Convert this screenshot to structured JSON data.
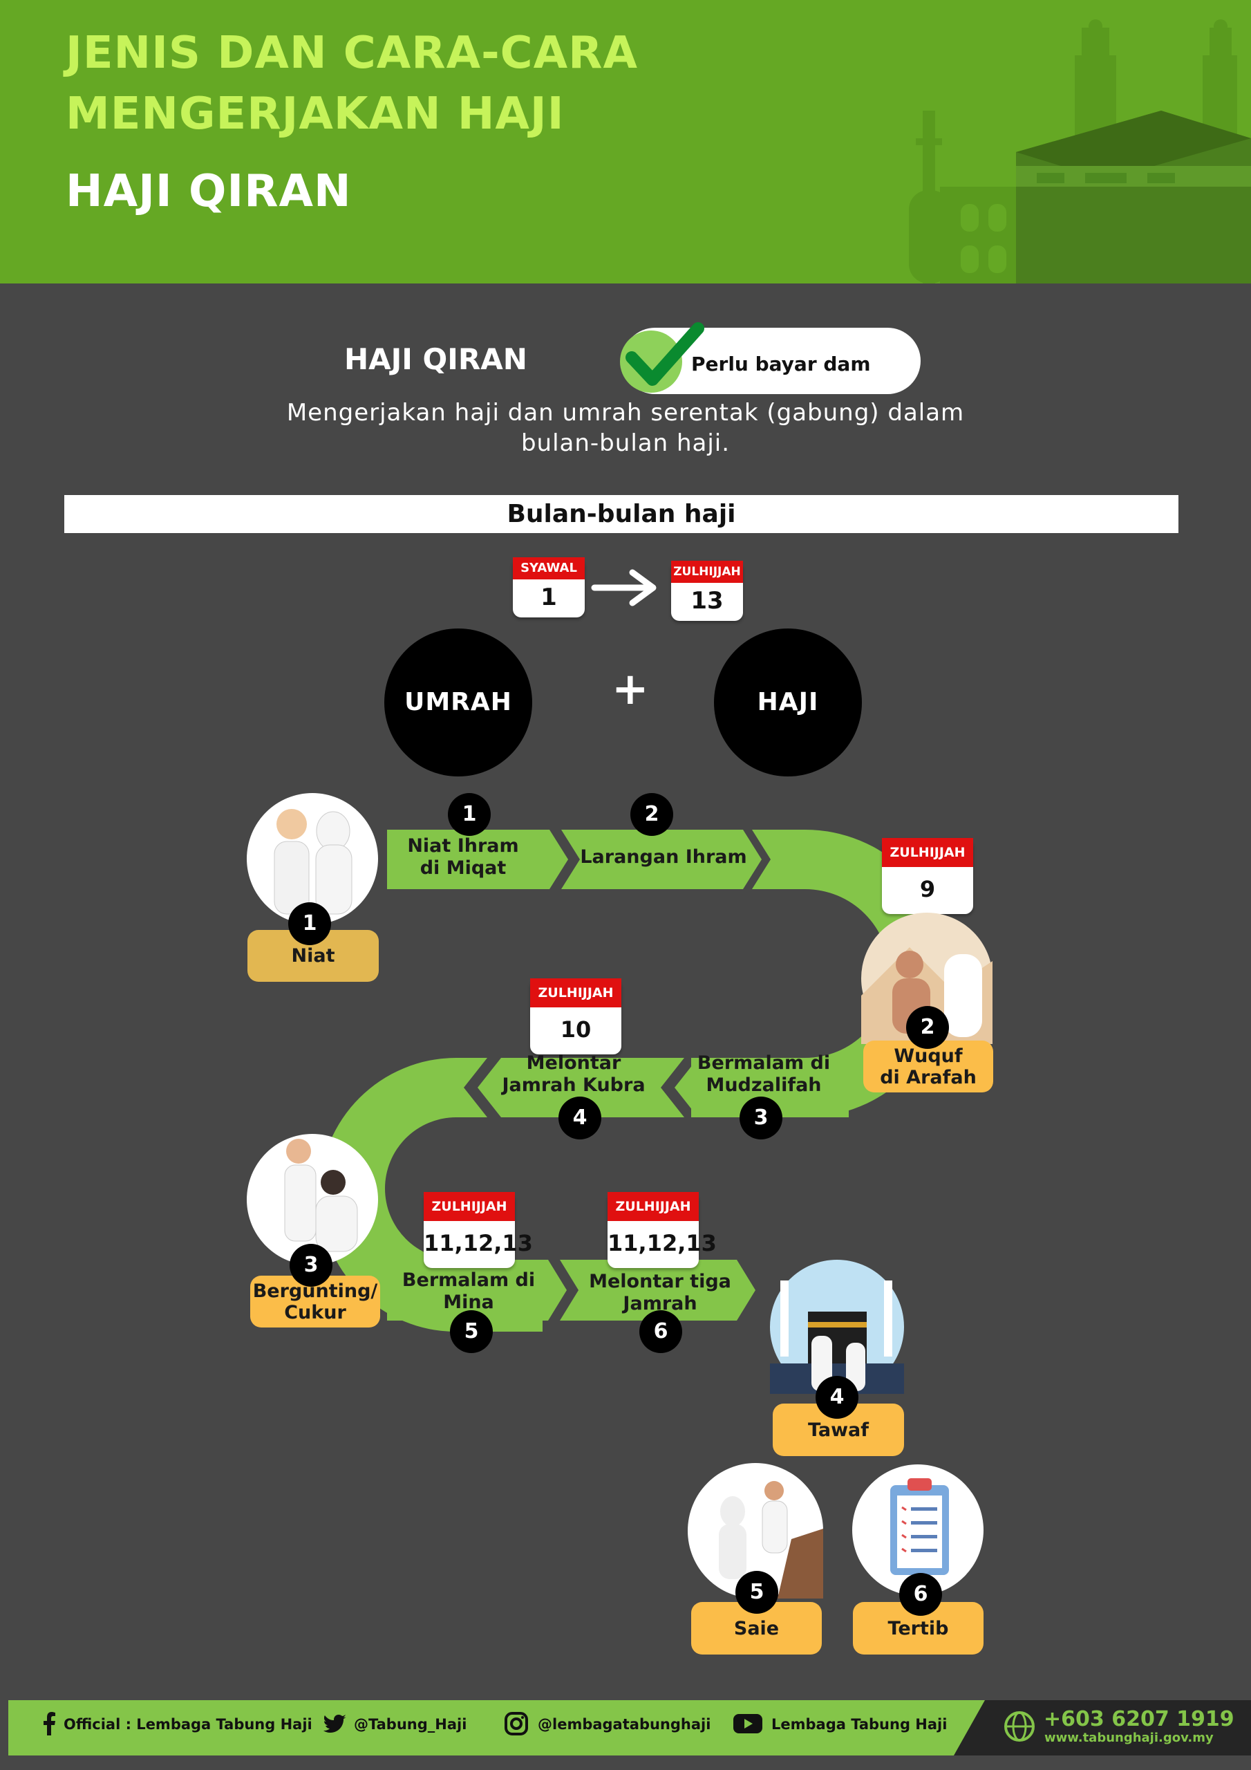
{
  "header": {
    "title_line1": "JENIS DAN CARA-CARA",
    "title_line2": "MENGERJAKAN HAJI",
    "subtitle": "HAJI QIRAN"
  },
  "intro": {
    "title": "HAJI QIRAN",
    "badge": "Perlu bayar dam",
    "description_line1": "Mengerjakan haji dan umrah serentak (gabung) dalam",
    "description_line2": "bulan-bulan haji."
  },
  "months_bar": "Bulan-bulan haji",
  "period": {
    "start": {
      "month": "SYAWAL",
      "day": "1"
    },
    "end": {
      "month": "ZULHIJJAH",
      "day": "13"
    }
  },
  "combo": {
    "left": "UMRAH",
    "plus": "+",
    "right": "HAJI"
  },
  "umrah_steps": [
    {
      "num": "1",
      "line1": "Niat Ihram",
      "line2": "di Miqat"
    },
    {
      "num": "2",
      "line1": "Larangan Ihram",
      "line2": ""
    },
    {
      "num": "3",
      "line1": "Bermalam di",
      "line2": "Mudzalifah"
    },
    {
      "num": "4",
      "line1": "Melontar",
      "line2": "Jamrah Kubra"
    },
    {
      "num": "5",
      "line1": "Bermalam di",
      "line2": "Mina"
    },
    {
      "num": "6",
      "line1": "Melontar tiga",
      "line2": "Jamrah"
    }
  ],
  "haji_steps": [
    {
      "num": "1",
      "line1": "Niat",
      "line2": ""
    },
    {
      "num": "2",
      "line1": "Wuquf",
      "line2": "di Arafah"
    },
    {
      "num": "3",
      "line1": "Bergunting/",
      "line2": "Cukur"
    },
    {
      "num": "4",
      "line1": "Tawaf",
      "line2": ""
    },
    {
      "num": "5",
      "line1": "Saie",
      "line2": ""
    },
    {
      "num": "6",
      "line1": "Tertib",
      "line2": ""
    }
  ],
  "dates": {
    "wuquf": {
      "month": "ZULHIJJAH",
      "day": "9"
    },
    "jamrah_kubra": {
      "month": "ZULHIJJAH",
      "day": "10"
    },
    "mina": {
      "month": "ZULHIJJAH",
      "day": "11,12,13"
    },
    "tiga_jamrah": {
      "month": "ZULHIJJAH",
      "day": "11,12,13"
    }
  },
  "footer": {
    "facebook": "Official : Lembaga Tabung Haji",
    "twitter": "@Tabung_Haji",
    "instagram": "@lembagatabunghaji",
    "youtube": "Lembaga Tabung Haji",
    "phone": "+603 6207 1919",
    "website": "www.tabunghaji.gov.my"
  },
  "colors": {
    "header_green": "#65a824",
    "title_lime": "#c6f35a",
    "background": "#474747",
    "path_green": "#84c549",
    "label_yellow": "#fbbd49",
    "calendar_red": "#e01010"
  }
}
